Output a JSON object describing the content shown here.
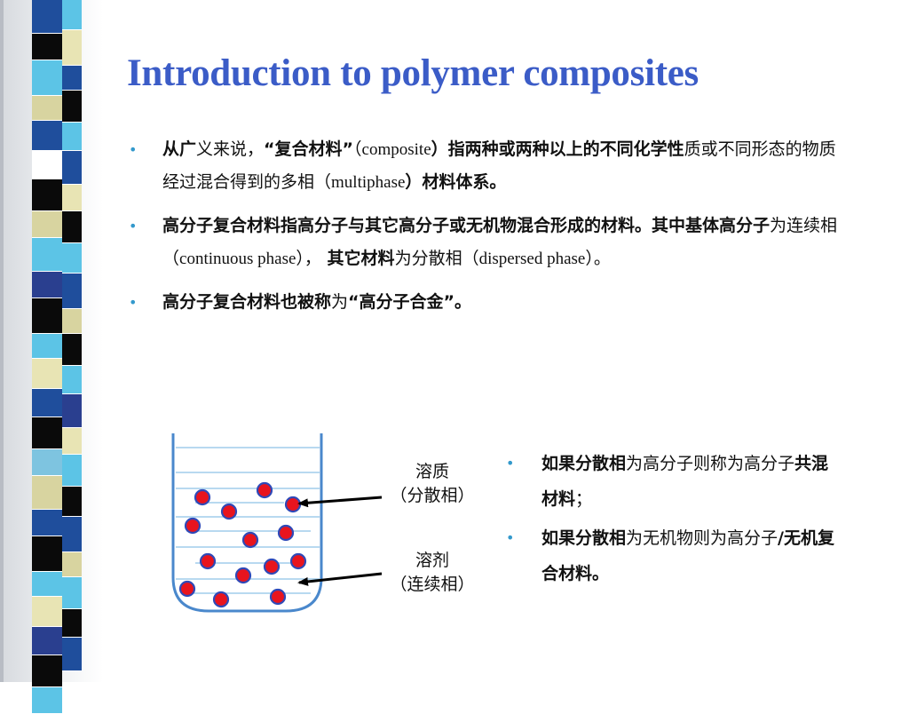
{
  "slide": {
    "title": "Introduction to polymer composites"
  },
  "decor": {
    "col_a": [
      "#1f4e9c",
      "#0a0a0a",
      "#5cc4e6",
      "#d8d4a0",
      "#1f4e9c",
      "#ffffff",
      "#0a0a0a",
      "#d8d4a0",
      "#5cc4e6",
      "#2a3f8f",
      "#0a0a0a",
      "#5cc4e6",
      "#e8e4b4",
      "#1f4e9c",
      "#0a0a0a",
      "#7ec4e0",
      "#d8d4a0",
      "#1f4e9c",
      "#0a0a0a",
      "#5cc4e6",
      "#e8e4b4",
      "#2a3f8f",
      "#0a0a0a",
      "#5cc4e6"
    ],
    "col_b": [
      "#5cc4e6",
      "#e8e4b4",
      "#1f4e9c",
      "#0a0a0a",
      "#5cc4e6",
      "#1f4e9c",
      "#e8e4b4",
      "#0a0a0a",
      "#5cc4e6",
      "#1f4e9c",
      "#d8d4a0",
      "#0a0a0a",
      "#5cc4e6",
      "#2a3f8f",
      "#e8e4b4",
      "#5cc4e6",
      "#0a0a0a",
      "#1f4e9c",
      "#d8d4a0",
      "#5cc4e6",
      "#0a0a0a",
      "#1f4e9c"
    ],
    "particle_color": "#e8141e",
    "particle_ring": "#2f49b8",
    "bullet_color": "#3399cc",
    "title_color": "#3b5cc7"
  },
  "bullets": [
    {
      "parts": [
        {
          "t": "从广",
          "b": true
        },
        {
          "t": "义来说，",
          "b": false
        },
        {
          "t": "“复合材料”",
          "b": true
        },
        {
          "t": "（",
          "b": false
        },
        {
          "t": "composite",
          "b": false,
          "latin": true
        },
        {
          "t": "）指两种或两种以上的不同化学性",
          "b": true
        },
        {
          "t": "质或不同形态的物质经过混合得到的多相（",
          "b": false
        },
        {
          "t": "multiphase",
          "b": false,
          "latin": true
        },
        {
          "t": "）材料体系。",
          "b": true
        }
      ]
    },
    {
      "parts": [
        {
          "t": "高分子复合材料指高分子与其它高分子或无机物混合形成的材料。其中基体高分子",
          "b": true
        },
        {
          "t": "为连续相（",
          "b": false
        },
        {
          "t": "continuous phase",
          "b": false,
          "latin": true
        },
        {
          "t": "），",
          "b": false
        },
        {
          "t": " 其它材料",
          "b": true
        },
        {
          "t": "为分散相（",
          "b": false
        },
        {
          "t": "dispersed phase",
          "b": false,
          "latin": true
        },
        {
          "t": "）。",
          "b": false
        }
      ]
    },
    {
      "parts": [
        {
          "t": "高分子复合材料也被称",
          "b": true
        },
        {
          "t": "为",
          "b": false
        },
        {
          "t": "“高分子合金”。",
          "b": true
        }
      ]
    }
  ],
  "side_bullets": [
    {
      "parts": [
        {
          "t": "如果分散相",
          "b": true
        },
        {
          "t": "为高分子则称为高分子",
          "b": false
        },
        {
          "t": "共混材料",
          "b": true
        },
        {
          "t": "；",
          "b": false
        }
      ]
    },
    {
      "parts": [
        {
          "t": "如果分散相",
          "b": true
        },
        {
          "t": "为无机物则为高分子",
          "b": false
        },
        {
          "t": "/无机复合材料。",
          "b": true
        }
      ]
    }
  ],
  "diagram": {
    "solute_line1": "溶质",
    "solute_line2": "（分散相）",
    "solvent_line1": "溶剂",
    "solvent_line2": "（连续相）"
  }
}
